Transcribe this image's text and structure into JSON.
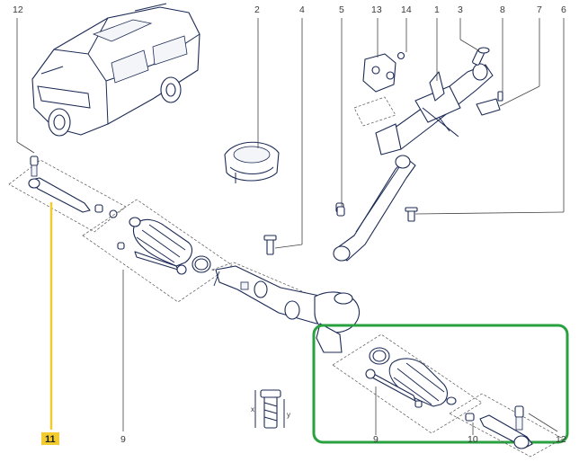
{
  "callouts": {
    "c1": "1",
    "c2": "2",
    "c3": "3",
    "c4": "4",
    "c5": "5",
    "c6": "6",
    "c7": "7",
    "c8": "8",
    "c9_left": "9",
    "c9_right": "9",
    "c10": "10",
    "c11": "11",
    "c12_left": "12",
    "c12_right": "12",
    "c13": "13",
    "c14": "14"
  },
  "detail_axes": {
    "x": "x",
    "y": "y"
  },
  "colors": {
    "highlight_frame": "#2aa13f",
    "callout_11_marker": "#f2cc2e",
    "part_outline": "#1b2a55"
  },
  "icons": {
    "vehicle": "suv-vehicle-illustration",
    "bolt_detail": "bolt-dimension-icon"
  }
}
